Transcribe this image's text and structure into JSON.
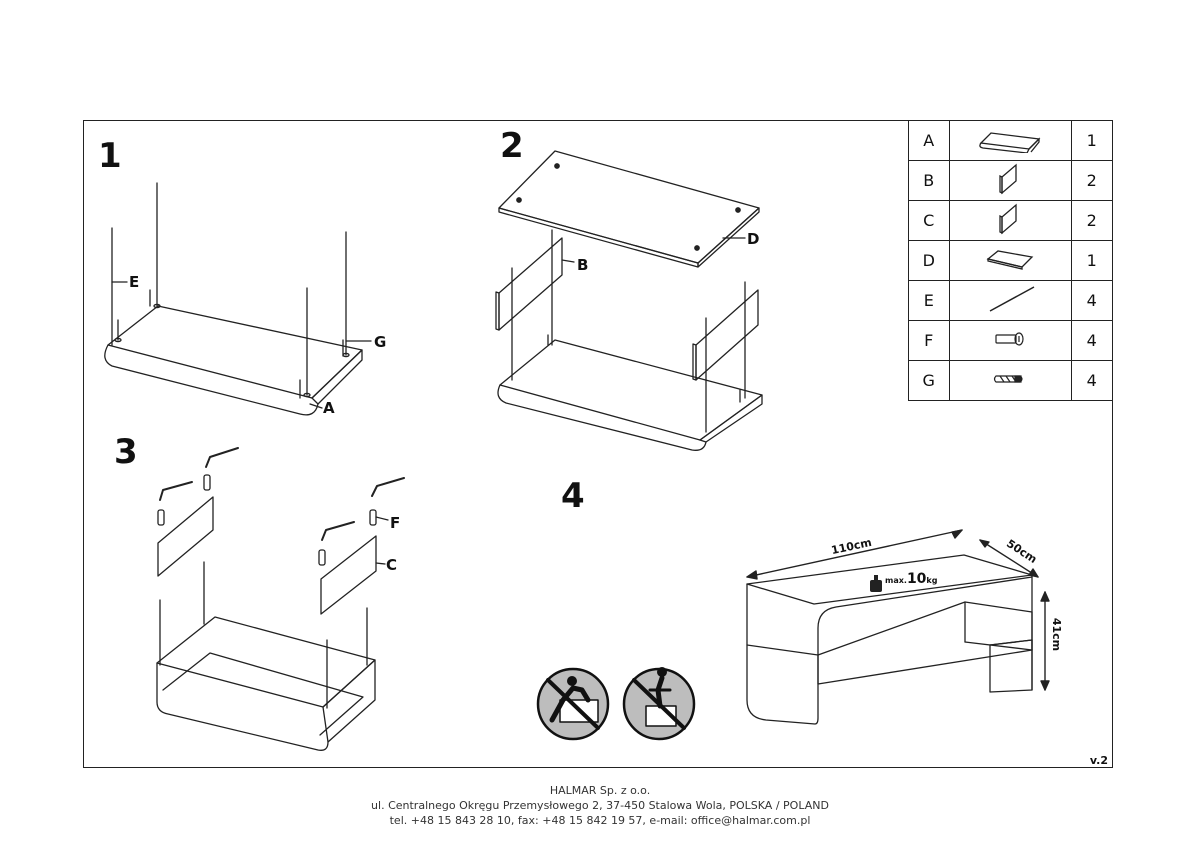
{
  "steps": [
    "1",
    "2",
    "3",
    "4"
  ],
  "labels": {
    "step1_e": "E",
    "step1_g": "G",
    "step1_a": "A",
    "step2_b": "B",
    "step2_d": "D",
    "step3_f": "F",
    "step3_c": "C"
  },
  "parts": [
    {
      "letter": "A",
      "icon": "top-frame-icon",
      "qty": "1"
    },
    {
      "letter": "B",
      "icon": "side-panel-icon",
      "qty": "2"
    },
    {
      "letter": "C",
      "icon": "side-panel-icon",
      "qty": "2"
    },
    {
      "letter": "D",
      "icon": "glass-top-icon",
      "qty": "1"
    },
    {
      "letter": "E",
      "icon": "rod-icon",
      "qty": "4"
    },
    {
      "letter": "F",
      "icon": "bolt-icon",
      "qty": "4"
    },
    {
      "letter": "G",
      "icon": "dowel-icon",
      "qty": "4"
    }
  ],
  "dimensions": {
    "width": "110cm",
    "depth": "50cm",
    "height": "41cm",
    "max_load_prefix": "max.",
    "max_load_value": "10",
    "max_load_unit": "kg"
  },
  "warnings": [
    "no-climbing-icon",
    "no-standing-icon"
  ],
  "version": "v.2",
  "footer": {
    "company": "HALMAR Sp. z o.o.",
    "address": "ul. Centralnego Okręgu Przemysłowego 2, 37-450 Stalowa Wola, POLSKA / POLAND",
    "contact": "tel. +48 15 843 28 10, fax: +48 15 842 19 57, e-mail: office@halmar.com.pl"
  }
}
